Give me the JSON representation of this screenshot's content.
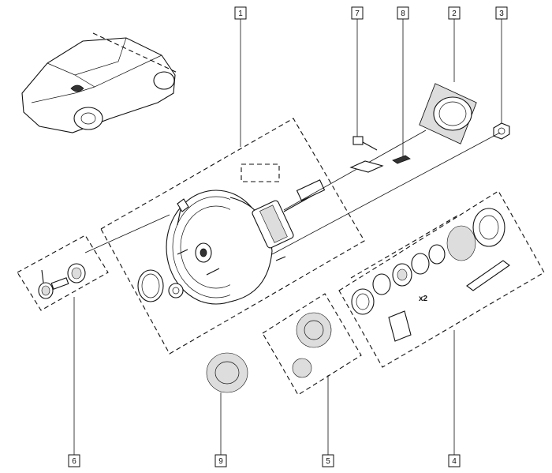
{
  "callouts": [
    {
      "id": "c1",
      "label": "1"
    },
    {
      "id": "c2",
      "label": "2"
    },
    {
      "id": "c3",
      "label": "3"
    },
    {
      "id": "c4",
      "label": "4"
    },
    {
      "id": "c5",
      "label": "5"
    },
    {
      "id": "c6",
      "label": "6"
    },
    {
      "id": "c7",
      "label": "7"
    },
    {
      "id": "c8",
      "label": "8"
    },
    {
      "id": "c9",
      "label": "9"
    }
  ],
  "quantity_label": "x2",
  "colors": {
    "line": "#111111",
    "background": "#ffffff",
    "shade": "#dddddd"
  },
  "icons": [
    "car-location-icon",
    "brake-booster-icon",
    "gasket-icon",
    "nut-icon",
    "seal-kit-icon"
  ]
}
